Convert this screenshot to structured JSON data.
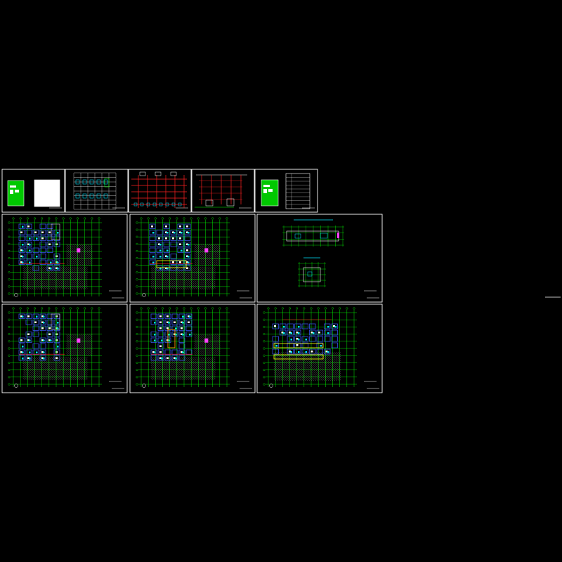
{
  "canvas": {
    "background": "#000000"
  },
  "colors": {
    "frame": "#ffffff",
    "grid": "#00ff00",
    "room": "#3a5bff",
    "hatch": "#b0b0b0",
    "pipe": "#ff2020",
    "fixture": "#00e5ff",
    "accent": "#ff40ff",
    "highlight": "#ffff00",
    "cover_green": "#00c800"
  },
  "sheets": [
    {
      "id": "cover-1",
      "kind": "cover"
    },
    {
      "id": "legend-table",
      "kind": "table"
    },
    {
      "id": "system-1",
      "kind": "system"
    },
    {
      "id": "system-2",
      "kind": "system"
    },
    {
      "id": "cover-2",
      "kind": "cover"
    },
    {
      "id": "plan-1",
      "kind": "plan"
    },
    {
      "id": "plan-2",
      "kind": "plan"
    },
    {
      "id": "detail-plans",
      "kind": "detail"
    },
    {
      "id": "plan-3",
      "kind": "plan"
    },
    {
      "id": "plan-4",
      "kind": "plan"
    },
    {
      "id": "plan-5",
      "kind": "plan"
    }
  ]
}
